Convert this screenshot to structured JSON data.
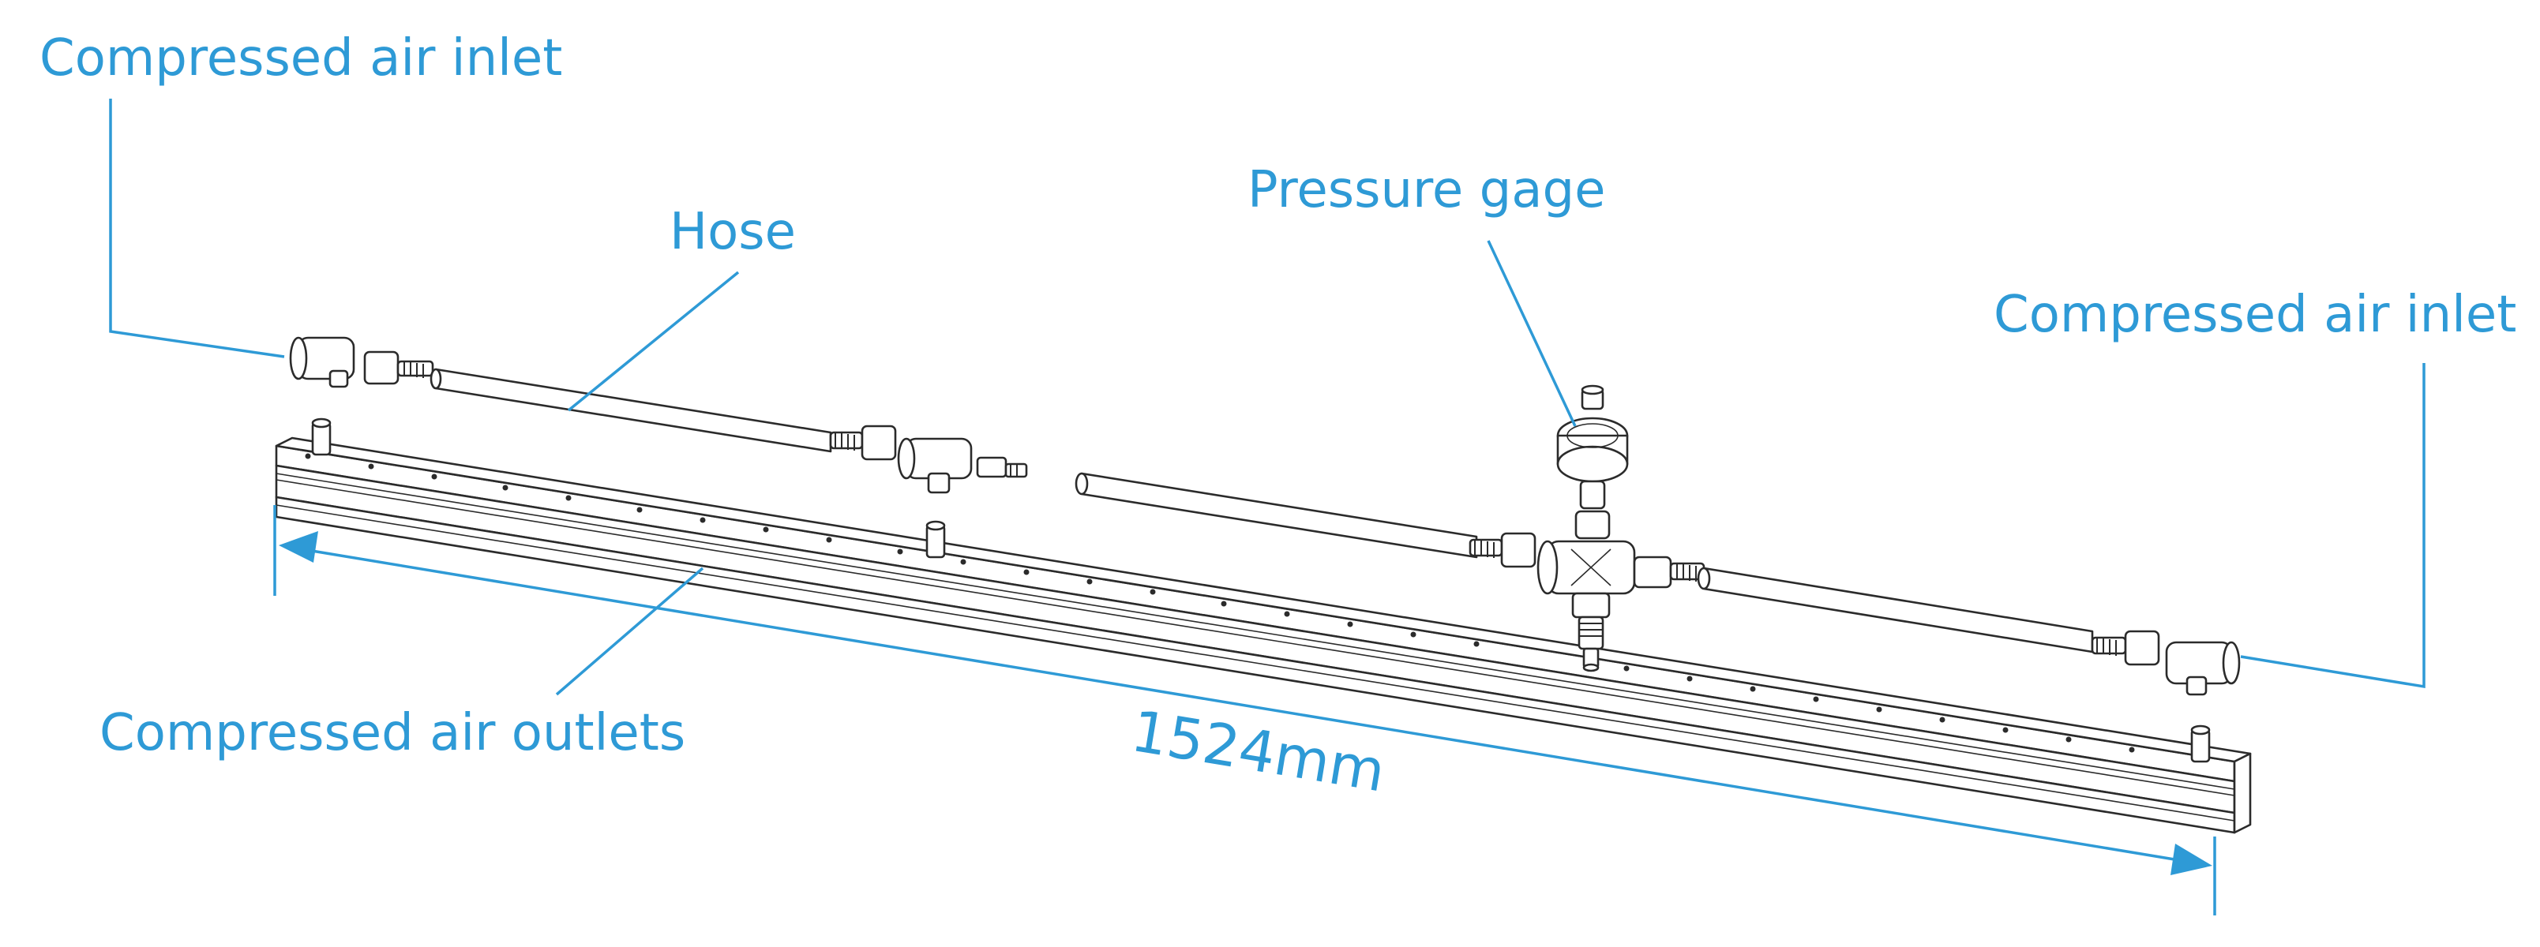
{
  "colors": {
    "annotation": "#2E9AD6",
    "line_art": "#2b2b2b",
    "background": "#ffffff"
  },
  "labels": {
    "inlet_left": "Compressed air inlet",
    "hose": "Hose",
    "pressure_gage": "Pressure gage",
    "inlet_right": "Compressed air inlet",
    "outlets": "Compressed air outlets"
  },
  "dimension": {
    "text": "1524mm"
  }
}
